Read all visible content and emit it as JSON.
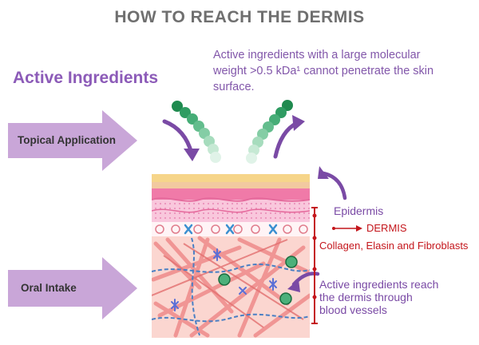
{
  "title": "HOW TO REACH THE DERMIS",
  "active_ingredients": "Active Ingredients",
  "note": "Active ingredients with a large molecular weight >0.5 kDa¹ cannot penetrate the skin surface.",
  "topical_label": "Topical Application",
  "oral_label": "Oral Intake",
  "epidermis_label": "Epidermis",
  "dermis_label": "DERMIS",
  "collagen_label": "Collagen, Elasin and Fibroblasts",
  "reach_label": "Active ingredients reach the dermis through blood vessels",
  "colors": {
    "purple_arrow": "#c9a6d8",
    "purple_text": "#8257aa",
    "dermis_red": "#c4161c",
    "molecule_green": "#2e9a62",
    "skin_pink": "#f4a3a3",
    "fat_yellow": "#f6d58a"
  }
}
